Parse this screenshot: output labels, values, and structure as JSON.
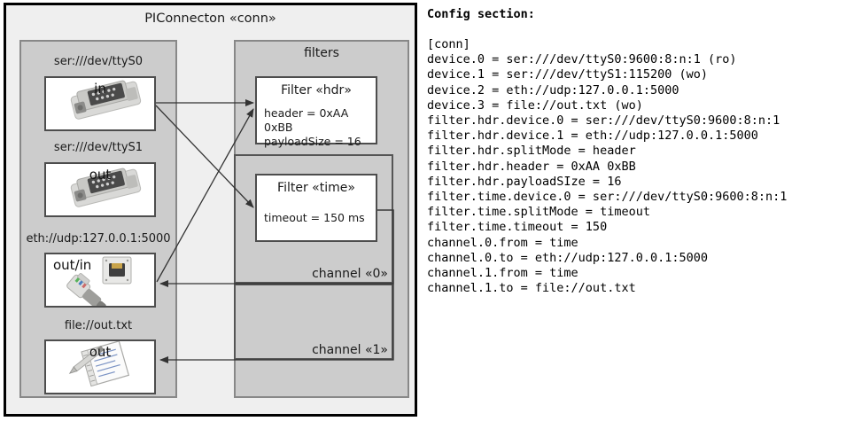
{
  "diagram": {
    "title": "PIConnecton «conn»",
    "devices_group": {
      "title": "",
      "nodes": [
        {
          "caption": "ser:///dev/ttyS0",
          "direction": "in",
          "icon": "serial-port-icon"
        },
        {
          "caption": "ser:///dev/ttyS1",
          "direction": "out",
          "icon": "serial-port-icon"
        },
        {
          "caption": "eth://udp:127.0.0.1:5000",
          "direction": "out/in",
          "icon": "ethernet-plug-icon"
        },
        {
          "caption": "file://out.txt",
          "direction": "out",
          "icon": "text-file-pencil-icon"
        }
      ]
    },
    "filters_group": {
      "title": "filters",
      "filters": [
        {
          "title": "Filter «hdr»",
          "attrs": [
            "header = 0xAA 0xBB",
            "payloadSize = 16"
          ]
        },
        {
          "title": "Filter «time»",
          "attrs": [
            "timeout = 150 ms"
          ]
        }
      ]
    },
    "channels": [
      {
        "label": "channel «0»"
      },
      {
        "label": "channel «1»"
      }
    ]
  },
  "config": {
    "heading": "Config section:",
    "lines": [
      "[conn]",
      "device.0 = ser:///dev/ttyS0:9600:8:n:1 (ro)",
      "device.1 = ser:///dev/ttyS1:115200 (wo)",
      "device.2 = eth://udp:127.0.0.1:5000",
      "device.3 = file://out.txt (wo)",
      "filter.hdr.device.0 = ser:///dev/ttyS0:9600:8:n:1",
      "filter.hdr.device.1 = eth://udp:127.0.0.1:5000",
      "filter.hdr.splitMode = header",
      "filter.hdr.header = 0xAA 0xBB",
      "filter.hdr.payloadSIze = 16",
      "filter.time.device.0 = ser:///dev/ttyS0:9600:8:n:1",
      "filter.time.splitMode = timeout",
      "filter.time.timeout = 150",
      "channel.0.from = time",
      "channel.0.to = eth://udp:127.0.0.1:5000",
      "channel.1.from = time",
      "channel.1.to = file://out.txt"
    ]
  },
  "colors": {
    "outer_border": "#000000",
    "canvas": "#efefef",
    "group_fill": "#cccccc",
    "group_border": "#888888",
    "node_fill": "#ffffff",
    "node_border": "#4d4d4d",
    "edge": "#333333"
  }
}
